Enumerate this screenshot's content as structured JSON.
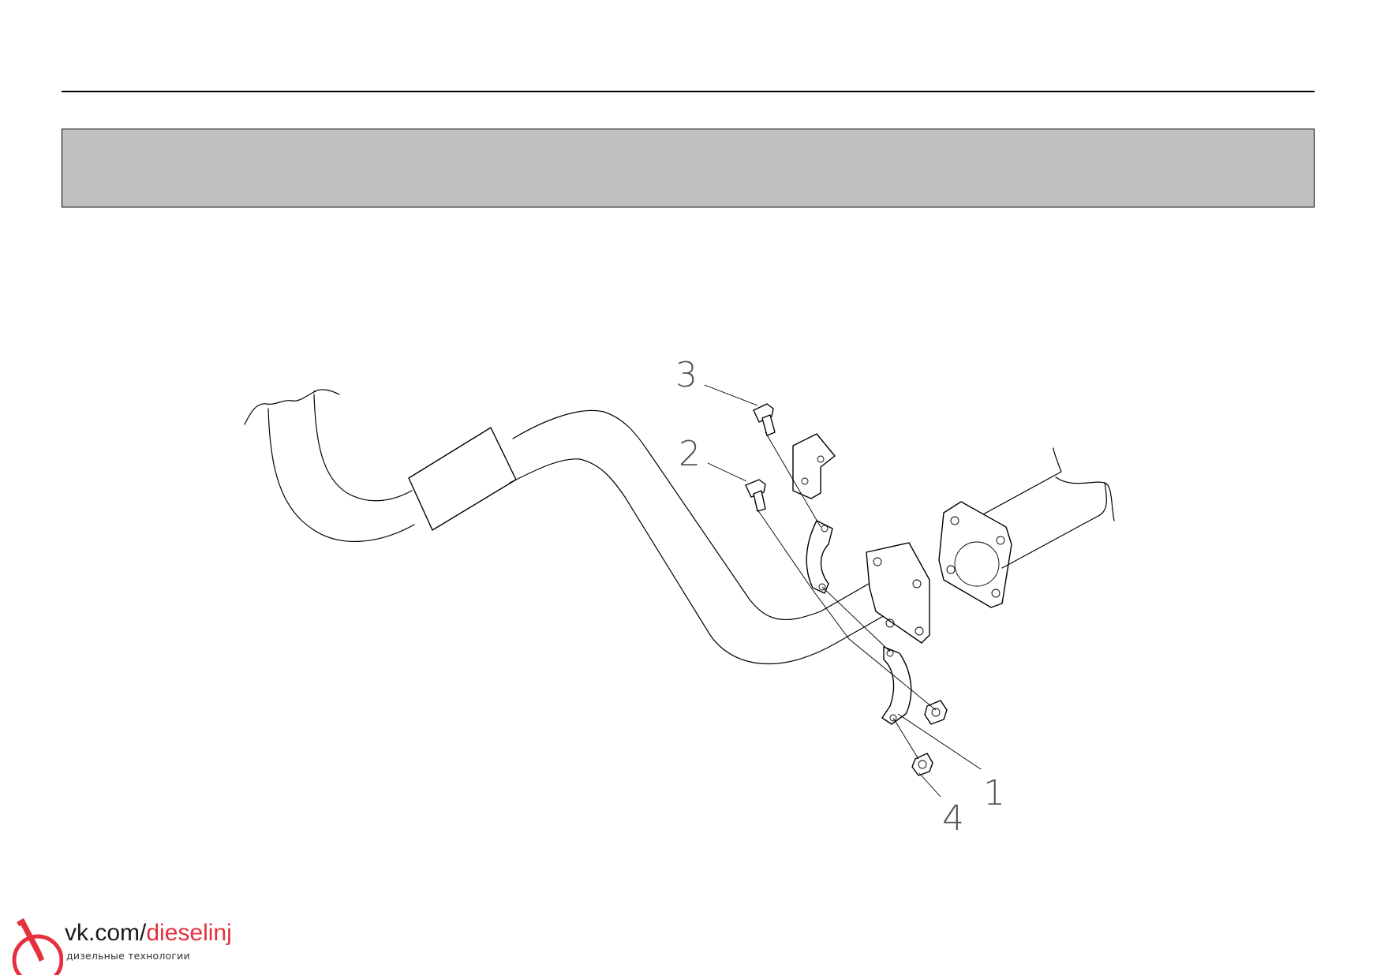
{
  "diagram": {
    "callouts": [
      {
        "id": "1",
        "text": "1"
      },
      {
        "id": "2",
        "text": "2"
      },
      {
        "id": "3",
        "text": "3"
      },
      {
        "id": "4",
        "text": "4"
      }
    ]
  },
  "watermark": {
    "url_prefix": "vk.com/",
    "url_accent": "dieselinj",
    "subtitle": "дизельные технологии",
    "accent_color": "#e5303d"
  }
}
